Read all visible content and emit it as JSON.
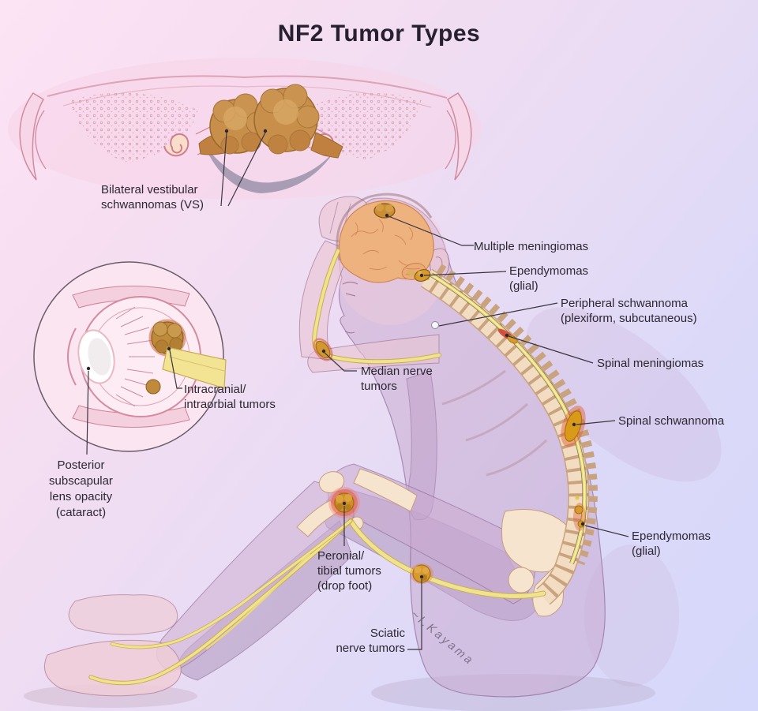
{
  "title": "NF2 Tumor Types",
  "artist_signature": "~I.Kayama",
  "background": {
    "top_left_color": "#fbe2f3",
    "bottom_right_color": "#d5d8fb"
  },
  "colors": {
    "tumor_brown": "#c78f4a",
    "nerve_yellow": "#f0e38d",
    "vertebra_tan": "#f2dcc2",
    "brain_orange": "#eeb27e",
    "leader_line": "#3b3542",
    "label_text": "#2d2733",
    "red_highlight": "#cf3b33"
  },
  "labels": {
    "bilateral_vs": "Bilateral vestibular\nschwannomas (VS)",
    "multiple_meningiomas": "Multiple meningiomas",
    "ependymomas_brain": "Ependymomas\n(glial)",
    "peripheral_schwannoma": "Peripheral schwannoma\n(plexiform, subcutaneous)",
    "spinal_meningiomas": "Spinal meningiomas",
    "median_nerve": "Median nerve\ntumors",
    "intracranial": "Intracranial/\nintraorbial tumors",
    "posterior_lens": "Posterior\nsubscapular\nlens opacity\n(cataract)",
    "spinal_schwannoma": "Spinal schwannoma",
    "ependymomas_spinal": "Ependymomas\n(glial)",
    "peronial": "Peronial/\ntibial tumors\n(drop foot)",
    "sciatic": "Sciatic\nnerve tumors"
  }
}
